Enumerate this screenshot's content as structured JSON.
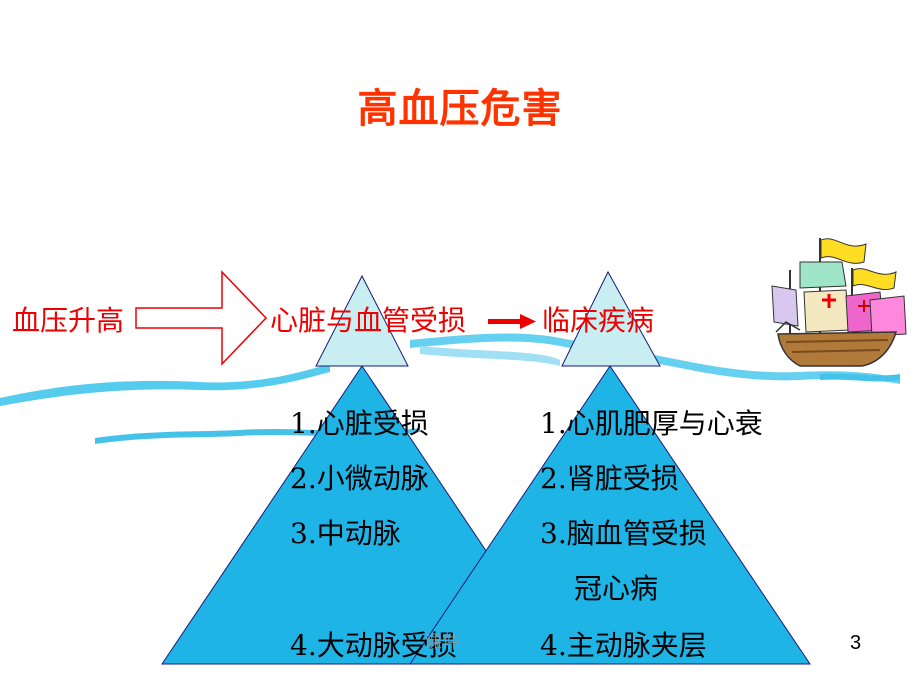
{
  "title": "高血压危害",
  "flow": {
    "step1": "血压升高",
    "step2": "心脏与血管受损",
    "step3": "临床疾病"
  },
  "left_list": [
    {
      "num": "1.",
      "text": "心脏受损"
    },
    {
      "num": "2.",
      "text": "小微动脉"
    },
    {
      "num": "3.",
      "text": "中动脉"
    },
    {
      "num": "4.",
      "text": "大动脉受损"
    }
  ],
  "right_list": [
    {
      "num": "1.",
      "text": "心肌肥厚与心衰"
    },
    {
      "num": "2.",
      "text": "肾脏受损"
    },
    {
      "num": "3.",
      "text": "脑血管受损"
    },
    {
      "num": "",
      "text": "冠心病"
    },
    {
      "num": "4.",
      "text": "主动脉夹层"
    }
  ],
  "footer_text": "课件",
  "page_number": "3",
  "colors": {
    "title": "#ff3300",
    "flow_text": "#ee0000",
    "iceberg_tip": "#c9eef2",
    "iceberg_body": "#1fb4e6",
    "wave": "#44ccee"
  },
  "icons": [
    "hollow-arrow-icon",
    "solid-arrow-icon",
    "ship-icon"
  ]
}
